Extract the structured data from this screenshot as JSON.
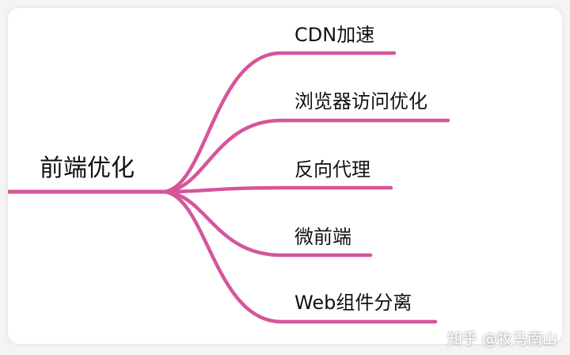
{
  "diagram": {
    "type": "mind-map",
    "root": {
      "label": "前端优化"
    },
    "branches": [
      {
        "label": "CDN加速"
      },
      {
        "label": "浏览器访问优化"
      },
      {
        "label": "反向代理"
      },
      {
        "label": "微前端"
      },
      {
        "label": "Web组件分离"
      }
    ],
    "branch_color": "#d6559a"
  },
  "watermark": "知乎 @牧马南山"
}
